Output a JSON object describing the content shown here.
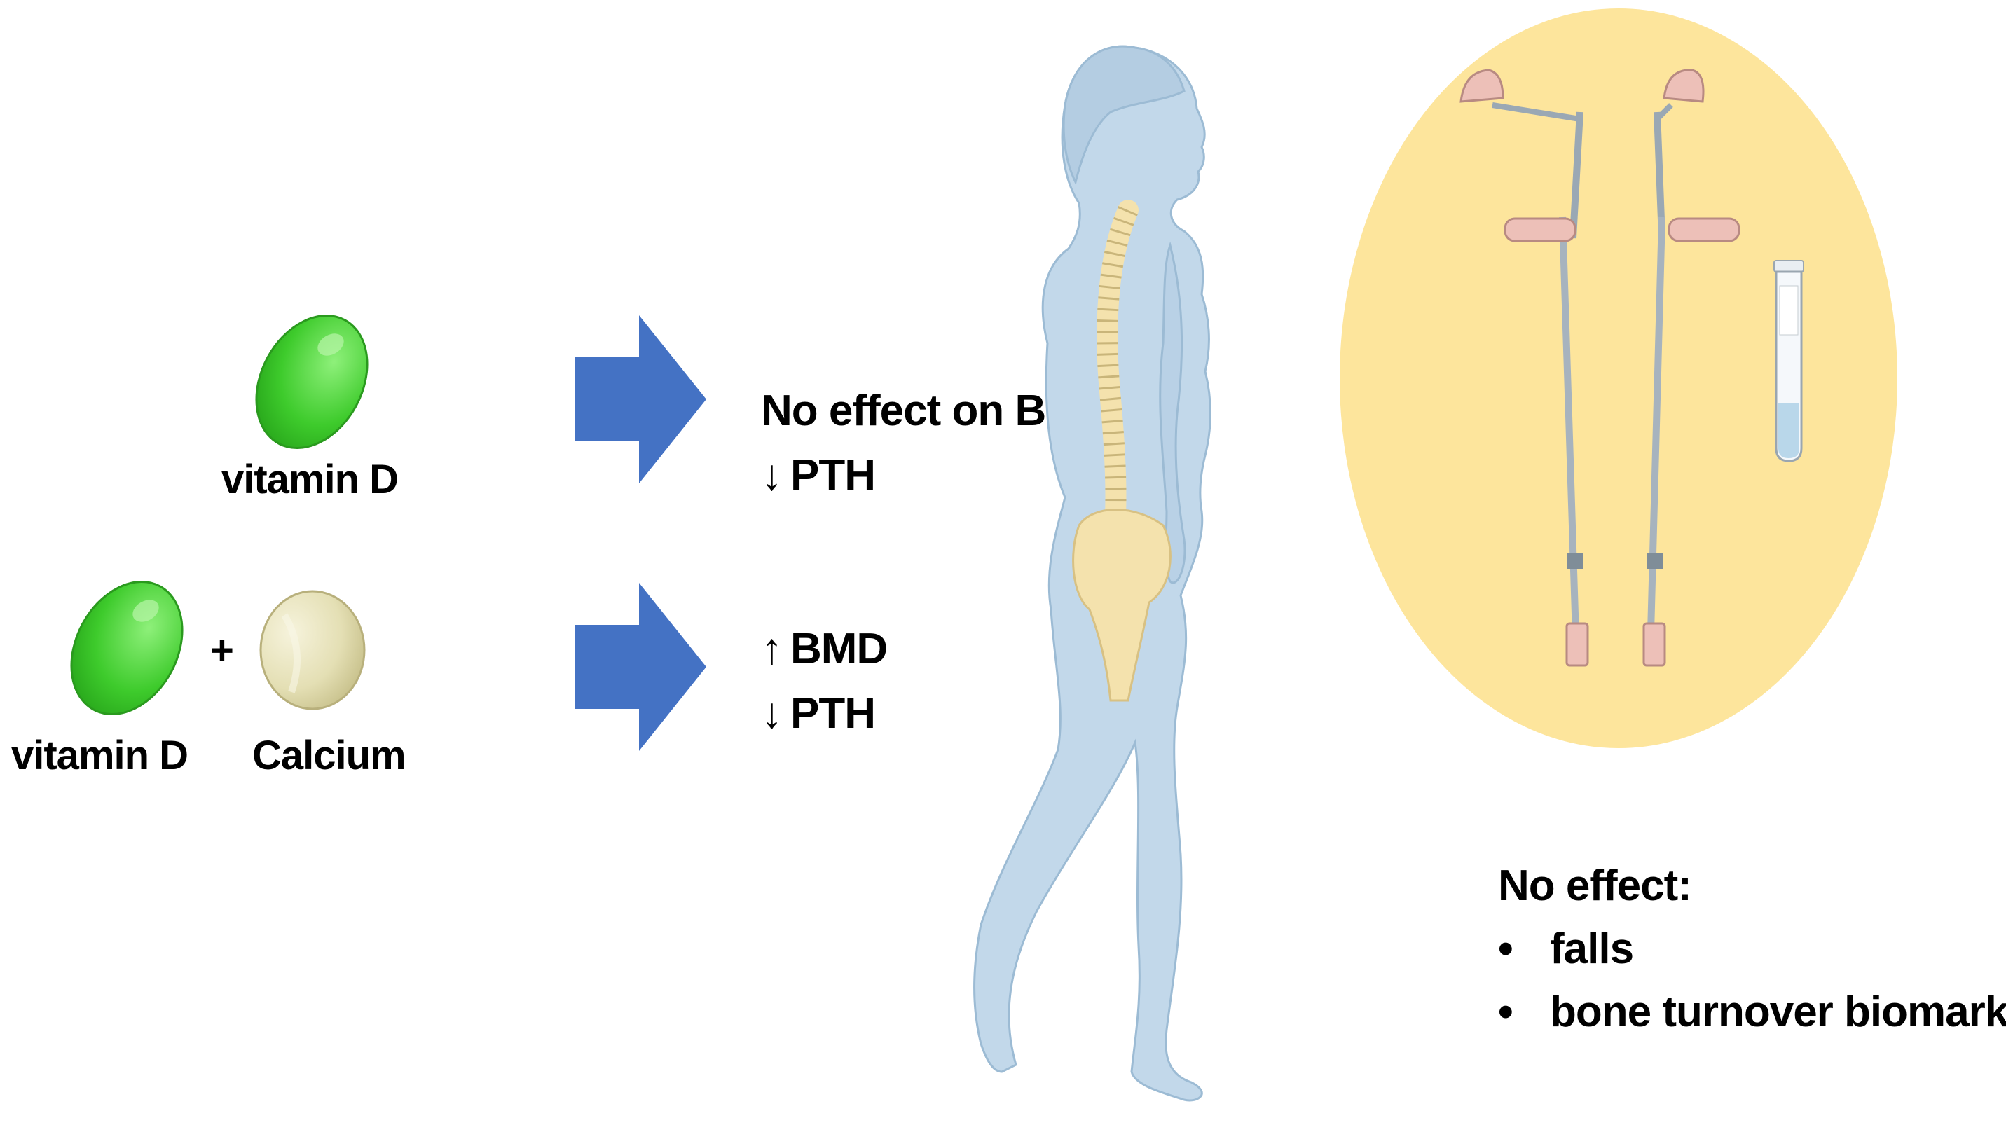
{
  "left": {
    "vitd_label_top": "vitamin D",
    "vitd_label_bottom": "vitamin D",
    "plus": "+",
    "calcium_label": "Calcium"
  },
  "results": {
    "vitd_only": {
      "line1": "No effect on BMD",
      "line2_arrow": "↓",
      "line2_text": "PTH"
    },
    "vitd_calcium": {
      "line1_arrow": "↑",
      "line1_text": "BMD",
      "line2_arrow": "↓",
      "line2_text": "PTH"
    }
  },
  "no_effect": {
    "title": "No effect:",
    "bullet": "•",
    "items": [
      "falls",
      "bone turnover biomarkers"
    ]
  },
  "colors": {
    "arrow": "#4472c4",
    "pill_green": "#3ecb2c",
    "pill_calcium": "#e4dfb4",
    "body": "#c2d8ea",
    "bone": "#f4e2ad",
    "oval": "#fde59c",
    "crutch_pad": "#edc0b8"
  },
  "icons": [
    "vitamin-d-pill-icon",
    "calcium-pill-icon",
    "right-arrow-icon",
    "human-figure-icon",
    "spine-icon",
    "blood-tube-icon",
    "crutches-icon"
  ]
}
